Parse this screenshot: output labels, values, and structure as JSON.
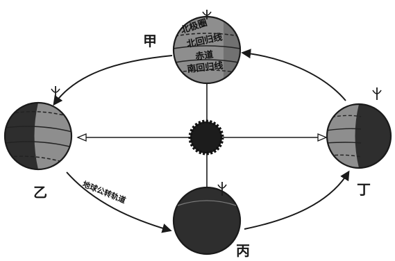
{
  "diagram": {
    "positions": {
      "jia": "甲",
      "yi": "乙",
      "bing": "丙",
      "ding": "丁"
    },
    "latitude_labels": {
      "arctic_circle": "北极圈",
      "tropic_of_cancer": "北回归线",
      "equator": "赤道",
      "tropic_of_capricorn": "南回归线"
    },
    "orbit_label": "地球公转轨道",
    "colors": {
      "ink": "#1a1a1a",
      "lit_side": "#8e8e8e",
      "dark_side": "#2e2e2e",
      "sun": "#1c1c1c"
    }
  }
}
